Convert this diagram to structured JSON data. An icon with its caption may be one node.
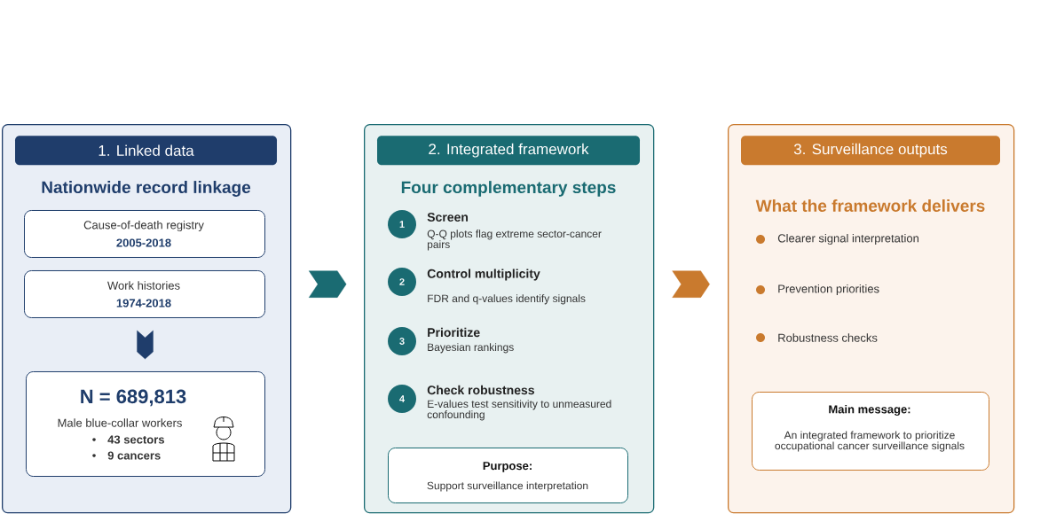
{
  "diagram": {
    "nodes": [
      {
        "text": [
          "1. Linked data",
          "Nationwide record linkage"
        ]
      },
      {
        "text": [
          "Cause-of-death registry",
          "2005-2018"
        ],
        "in": 0
      },
      {
        "text": [
          "Work histories",
          "1974-2018"
        ],
        "in": 0
      },
      {
        "text": [
          "N = 689,813",
          "Male blue-collar workers",
          "43 sectors",
          "9 cancers"
        ],
        "in": 0
      },
      {
        "text": [
          "2. Integrated framework",
          "Four complementary steps"
        ]
      },
      {
        "text": [
          "1"
        ],
        "in": 4,
        "beside": [
          "Screen",
          "Q-Q plots flag extreme sector-cancer pairs"
        ]
      },
      {
        "text": [
          "2"
        ],
        "in": 4,
        "beside": [
          "Control multiplicity",
          "FDR and q-values identify signals"
        ]
      },
      {
        "text": [
          "3"
        ],
        "in": 4,
        "beside": [
          "Prioritize",
          "Bayesian rankings"
        ]
      },
      {
        "text": [
          "4"
        ],
        "in": 4,
        "beside": [
          "Check robustness",
          "E-values test sensitivity to unmeasured confounding"
        ]
      },
      {
        "text": [
          "Purpose:",
          "Support surveillance interpretation"
        ],
        "in": 4
      },
      {
        "text": [
          "3. Surveillance outputs",
          "What the framework delivers",
          "Clearer signal interpretation",
          "Prevention priorities",
          "Robustness checks"
        ]
      },
      {
        "text": [
          "Main message:",
          "An integrated framework to prioritize occupational cancer surveillance signals"
        ],
        "in": 10
      }
    ],
    "edges": [
      {
        "from": 2,
        "to": 3,
        "arrow": "to",
        "color": "#1f3d6b"
      },
      {
        "from": 0,
        "to": 4,
        "arrow": "to",
        "color": "#1a6b72"
      },
      {
        "from": 4,
        "to": 10,
        "arrow": "to",
        "color": "#c97a2e"
      }
    ]
  }
}
